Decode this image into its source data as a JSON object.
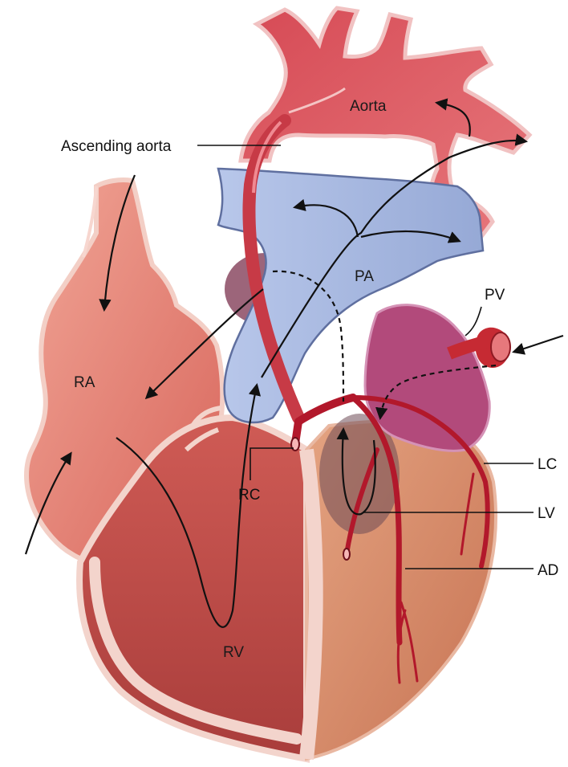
{
  "labels": {
    "ascending_aorta": "Ascending aorta",
    "aorta": "Aorta",
    "pa": "PA",
    "pv": "PV",
    "ra": "RA",
    "rc": "RC",
    "lc": "LC",
    "lv": "LV",
    "ad": "AD",
    "rv": "RV"
  },
  "colors": {
    "aorta_red": "#d8525c",
    "aorta_edge": "#f1c2c2",
    "pulmonary_blue": "#a8b9df",
    "pulmonary_edge": "#5f6f9f",
    "atrium_pink": "#e8867a",
    "ventricle_red": "#c9514c",
    "myocardium_cut": "#f3d4cc",
    "left_ventricle_tan": "#d9896a",
    "left_atrium_purple": "#b24a7b",
    "coronary_red": "#b2182b",
    "flow_arrow": "#111111"
  }
}
